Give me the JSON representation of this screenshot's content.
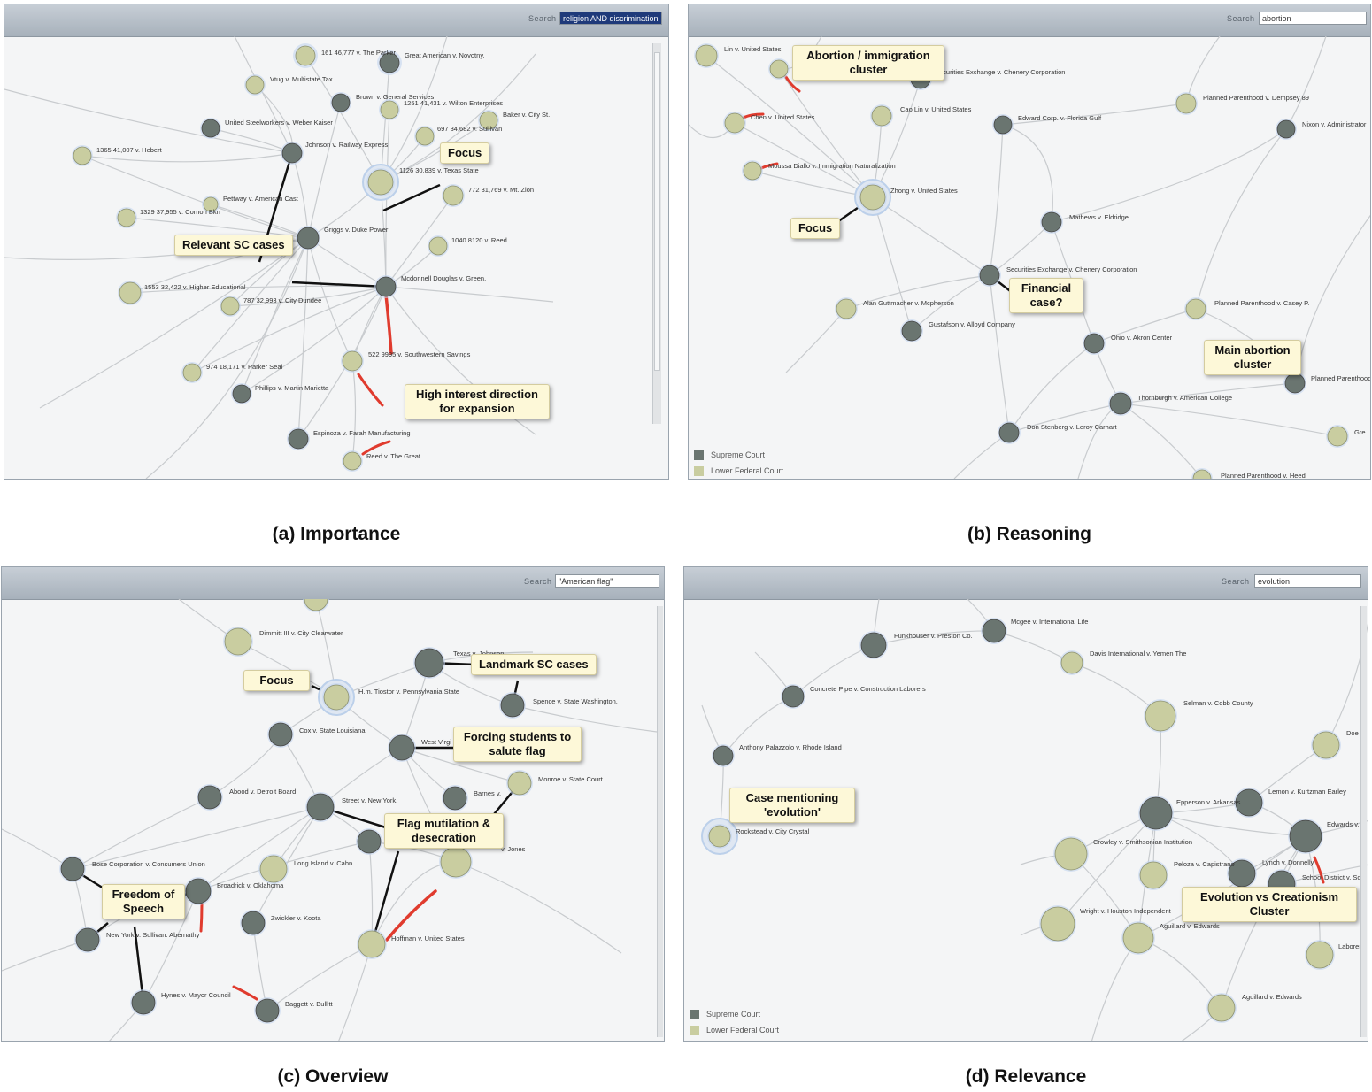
{
  "colors": {
    "supreme_court": "#6a7570",
    "lower_federal_court": "#c9cda0",
    "edge": "#c8cbce",
    "highlight_edge": "#e03b2e",
    "callout_bg": "#fdf8d8"
  },
  "legend": {
    "supreme_court": "Supreme Court",
    "lower_federal_court": "Lower Federal Court"
  },
  "panels": [
    {
      "id": "a",
      "caption": "(a) Importance",
      "search_label": "Search",
      "search_value": "religion AND discrimination",
      "callouts": [
        "Focus",
        "Relevant SC cases",
        "High interest direction for expansion"
      ],
      "nodes": [
        {
          "label": "161 46,777 v. The Parker",
          "court": "lower"
        },
        {
          "label": "Great American v. Novotny.",
          "court": "supreme"
        },
        {
          "label": "Vtug v. Multistate Tax",
          "court": "lower"
        },
        {
          "label": "Brown v. General Services",
          "court": "supreme"
        },
        {
          "label": "1251 41,431 v. Wilton Enterprises",
          "court": "lower"
        },
        {
          "label": "Baker v. City St.",
          "court": "lower"
        },
        {
          "label": "United Steelworkers v. Weber Kaiser",
          "court": "supreme"
        },
        {
          "label": "697 34,682 v. Sullivan",
          "court": "lower"
        },
        {
          "label": "1365 41,007 v. Hebert",
          "court": "lower"
        },
        {
          "label": "Johnson v. Railway Express",
          "court": "supreme"
        },
        {
          "label": "1126 30,839 v. Texas State",
          "court": "lower"
        },
        {
          "label": "772 31,769 v. Mt. Zion",
          "court": "lower"
        },
        {
          "label": "Pettway v. American Cast",
          "court": "lower"
        },
        {
          "label": "1329 37,955 v. Cornon Bkn",
          "court": "lower"
        },
        {
          "label": "Griggs v. Duke Power",
          "court": "supreme"
        },
        {
          "label": "1040 8120 v. Reed",
          "court": "lower"
        },
        {
          "label": "Mcdonnell Douglas v. Green.",
          "court": "supreme"
        },
        {
          "label": "1553 32,422 v. Higher Educational",
          "court": "lower"
        },
        {
          "label": "787 32,993 v. City Dundee",
          "court": "lower"
        },
        {
          "label": "522 9995 v. Southwestern Savings",
          "court": "lower"
        },
        {
          "label": "974 18,171 v. Parker Seal",
          "court": "lower"
        },
        {
          "label": "Phillips v. Martin Marietta",
          "court": "supreme"
        },
        {
          "label": "Espinoza v. Farah Manufacturing",
          "court": "supreme"
        },
        {
          "label": "Reed v. The Great",
          "court": "lower"
        }
      ]
    },
    {
      "id": "b",
      "caption": "(b) Reasoning",
      "search_label": "Search",
      "search_value": "abortion",
      "callouts": [
        "Abortion / immigration cluster",
        "Focus",
        "Financial case?",
        "Main abortion cluster"
      ],
      "nodes": [
        {
          "label": "Lin v. United States",
          "court": "lower"
        },
        {
          "label": "Securities Exchange v. Chenery Corporation",
          "court": "supreme"
        },
        {
          "label": "Chen v. United States",
          "court": "lower"
        },
        {
          "label": "Cao Lin v. United States",
          "court": "lower"
        },
        {
          "label": "Edward Corp. v. Florida Gulf",
          "court": "supreme"
        },
        {
          "label": "Planned Parenthood v. Dempsey 89",
          "court": "lower"
        },
        {
          "label": "Nixon v. Administrator",
          "court": "supreme"
        },
        {
          "label": "Moussa Diallo v. Immigration Naturalization",
          "court": "lower"
        },
        {
          "label": "Zhong v. United States",
          "court": "lower"
        },
        {
          "label": "Mathews v. Eldridge.",
          "court": "supreme"
        },
        {
          "label": "Securities Exchange v. Chenery Corporation",
          "court": "supreme"
        },
        {
          "label": "Alan Guttmacher v. Mcpherson",
          "court": "lower"
        },
        {
          "label": "Gustafson v. Alloyd Company",
          "court": "supreme"
        },
        {
          "label": "Planned Parenthood v. Casey P.",
          "court": "lower"
        },
        {
          "label": "Ohio v. Akron Center",
          "court": "supreme"
        },
        {
          "label": "Planned Parenthood",
          "court": "supreme"
        },
        {
          "label": "Thornburgh v. American College",
          "court": "supreme"
        },
        {
          "label": "Don Stenberg v. Leroy Carhart",
          "court": "supreme"
        },
        {
          "label": "Gre",
          "court": "lower"
        },
        {
          "label": "Planned Parenthood v. Heed",
          "court": "lower"
        }
      ]
    },
    {
      "id": "c",
      "caption": "(c) Overview",
      "search_label": "Search",
      "search_value": "\"American flag\"",
      "callouts": [
        "Landmark SC cases",
        "Focus",
        "Forcing students to salute flag",
        "Flag mutilation & desecration",
        "Freedom of Speech"
      ],
      "nodes": [
        {
          "label": "Dimmitt III v. City Clearwater",
          "court": "lower"
        },
        {
          "label": "Texas v. Johnson",
          "court": "supreme"
        },
        {
          "label": "H.m. Tiostor v. Pennsylvania State",
          "court": "lower"
        },
        {
          "label": "Spence v. State Washington.",
          "court": "supreme"
        },
        {
          "label": "Cox v. State Louisiana.",
          "court": "supreme"
        },
        {
          "label": "West Virgi",
          "court": "supreme"
        },
        {
          "label": "Monroe v. State Court",
          "court": "lower"
        },
        {
          "label": "Abood v. Detroit Board",
          "court": "supreme"
        },
        {
          "label": "Street v. New York.",
          "court": "supreme"
        },
        {
          "label": "Barnes v.",
          "court": "supreme"
        },
        {
          "label": "v. Jones",
          "court": "lower"
        },
        {
          "label": "Bose Corporation v. Consumers Union",
          "court": "supreme"
        },
        {
          "label": "Long Island v. Cahn",
          "court": "lower"
        },
        {
          "label": "Broadrick v. Oklahoma",
          "court": "supreme"
        },
        {
          "label": "Zwickler v. Koota",
          "court": "supreme"
        },
        {
          "label": "New York v. Sullivan. Abernathy",
          "court": "supreme"
        },
        {
          "label": "Hoffman v. United States",
          "court": "lower"
        },
        {
          "label": "Hynes v. Mayor Council",
          "court": "supreme"
        },
        {
          "label": "Baggett v. Bullitt",
          "court": "supreme"
        }
      ]
    },
    {
      "id": "d",
      "caption": "(d) Relevance",
      "search_label": "Search",
      "search_value": "evolution",
      "callouts": [
        "Case mentioning 'evolution'",
        "Evolution vs Creationism Cluster"
      ],
      "nodes": [
        {
          "label": "Mcgee v. International Life",
          "court": "supreme"
        },
        {
          "label": "Funkhouser v. Preston Co.",
          "court": "supreme"
        },
        {
          "label": "Davis International v. Yemen The",
          "court": "lower"
        },
        {
          "label": "Concrete Pipe v. Construction Laborers",
          "court": "supreme"
        },
        {
          "label": "Selman v. Cobb County",
          "court": "lower"
        },
        {
          "label": "Anthony Palazzolo v. Rhode Island",
          "court": "supreme"
        },
        {
          "label": "Doe",
          "court": "lower"
        },
        {
          "label": "Lemon v. Kurtzman Earley",
          "court": "supreme"
        },
        {
          "label": "Epperson v. Arkansas",
          "court": "supreme"
        },
        {
          "label": "Edwards v.",
          "court": "supreme"
        },
        {
          "label": "Rockstead v. City Crystal",
          "court": "lower"
        },
        {
          "label": "Crowley v. Smithsonian Institution",
          "court": "lower"
        },
        {
          "label": "Peloza v. Capistrano",
          "court": "lower"
        },
        {
          "label": "Lynch v. Donnelly",
          "court": "supreme"
        },
        {
          "label": "School District v. Sch",
          "court": "supreme"
        },
        {
          "label": "Wright v. Houston Independent",
          "court": "lower"
        },
        {
          "label": "Aguillard v. Edwards",
          "court": "lower"
        },
        {
          "label": "Laborers",
          "court": "lower"
        },
        {
          "label": "Aguillard v. Edwards",
          "court": "lower"
        }
      ]
    }
  ]
}
